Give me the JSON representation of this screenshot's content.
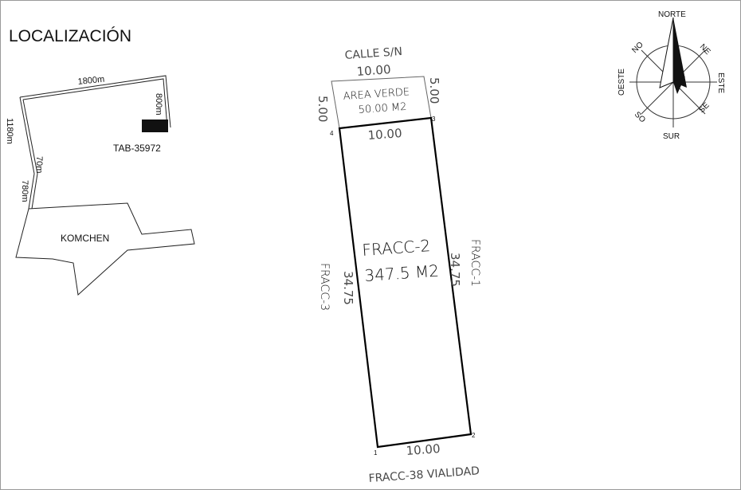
{
  "title": "LOCALIZACIÓN",
  "location_map": {
    "dim_top": "1800m",
    "dim_right": "800m",
    "dim_left": "1180m",
    "dim_short": "70m",
    "dim_lower": "780m",
    "parcel_label": "TAB-35972",
    "town_label": "KOMCHEN"
  },
  "compass": {
    "north": "NORTE",
    "south": "SUR",
    "east": "ESTE",
    "west": "OESTE",
    "ne": "NE",
    "no": "NO",
    "se": "SE",
    "so": "SO"
  },
  "plot": {
    "street_label": "CALLE S/N",
    "green_width": "10.00",
    "green_side_right": "5.00",
    "green_side_left": "5.00",
    "green_name": "AREA VERDE",
    "green_area": "50.00 M2",
    "lot_top_width": "10.00",
    "lot_bottom_width": "10.00",
    "lot_name": "FRACC-2",
    "lot_area": "347.5 M2",
    "left_depth": "34.75",
    "right_depth": "34.75",
    "left_neighbor": "FRACC-3",
    "right_neighbor": "FRACC-1",
    "bottom_neighbor": "FRACC-38 VIALIDAD",
    "vertex_1": "1",
    "vertex_2": "2",
    "vertex_3": "3",
    "vertex_4": "4"
  }
}
